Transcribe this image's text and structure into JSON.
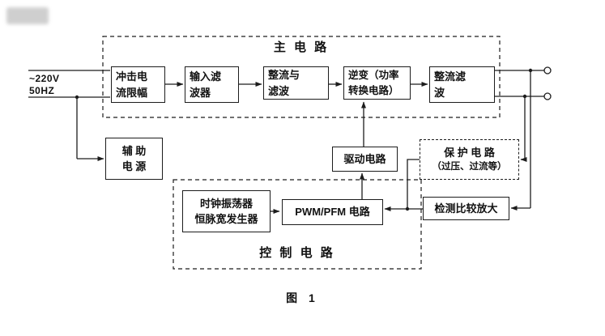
{
  "figure": {
    "caption": "图 1"
  },
  "sections": {
    "main": {
      "title": "主 电 路"
    },
    "control": {
      "title": "控 制 电 路"
    }
  },
  "source": {
    "line1": "~220V",
    "line2": "50HZ"
  },
  "blocks": {
    "inrush": {
      "line1": "冲击电",
      "line2": "流限幅"
    },
    "input_filter": {
      "line1": "输入滤",
      "line2": "波器"
    },
    "rectify_filter": {
      "line1": "整流与",
      "line2": "滤波"
    },
    "inverter": {
      "line1": "逆变（功率",
      "line2": "转换电路）"
    },
    "output_filter": {
      "line1": "整流滤",
      "line2": "波"
    },
    "aux_power": {
      "line1": "辅 助",
      "line2": "电 源"
    },
    "drive": {
      "line1": "驱动电路"
    },
    "protection": {
      "line1": "保 护 电 路",
      "line2": "（过压、过流等）"
    },
    "clock": {
      "line1": "时钟振荡器",
      "line2": "恒脉宽发生器"
    },
    "pwm": {
      "line1": "PWM/PFM 电路"
    },
    "detect": {
      "line1": "检测比较放大"
    }
  },
  "colors": {
    "ink": "#1c1c1c",
    "background": "#ffffff"
  }
}
